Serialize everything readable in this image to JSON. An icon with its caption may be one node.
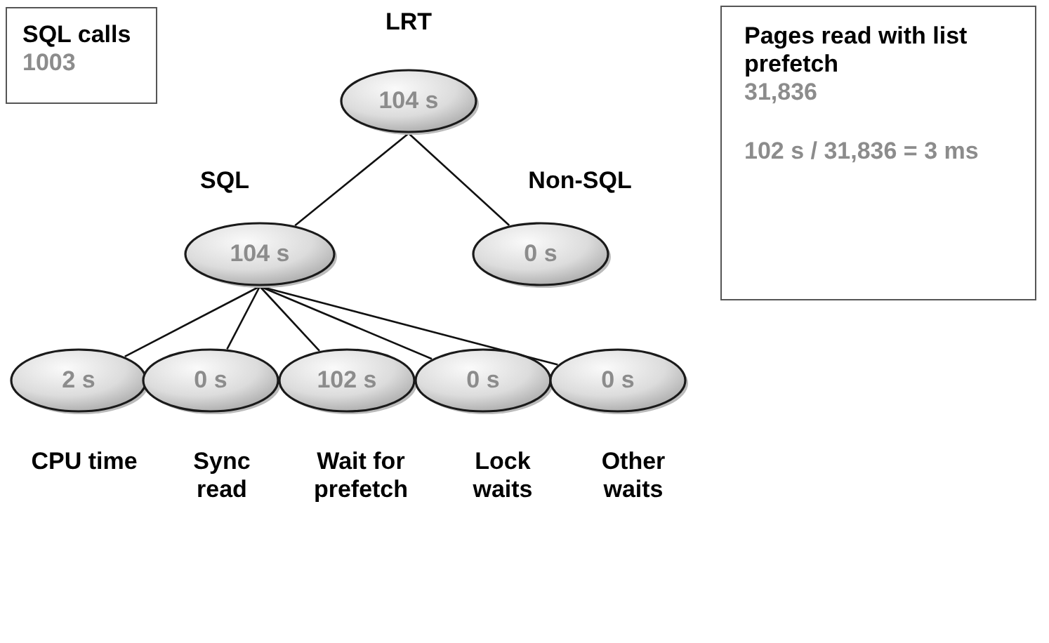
{
  "diagram": {
    "nodes": [
      {
        "text": [
          "SQL calls",
          "1003"
        ]
      },
      {
        "text": [
          "LRT",
          "104 s"
        ]
      },
      {
        "text": [
          "SQL",
          "104 s"
        ]
      },
      {
        "text": [
          "Non-SQL",
          "0 s"
        ]
      },
      {
        "text": [
          "2 s",
          "CPU time"
        ]
      },
      {
        "text": [
          "0 s",
          "Sync read"
        ]
      },
      {
        "text": [
          "102 s",
          "Wait for prefetch"
        ]
      },
      {
        "text": [
          "0 s",
          "Lock waits"
        ]
      },
      {
        "text": [
          "0 s",
          "Other waits"
        ]
      },
      {
        "text": [
          "Pages read with list prefetch",
          "31,836",
          "102 s / 31,836 = 3 ms"
        ]
      }
    ],
    "edges": [
      {
        "from": 1,
        "to": 2,
        "arrow": "none"
      },
      {
        "from": 1,
        "to": 3,
        "arrow": "none"
      },
      {
        "from": 2,
        "to": 4,
        "arrow": "none"
      },
      {
        "from": 2,
        "to": 5,
        "arrow": "none"
      },
      {
        "from": 2,
        "to": 6,
        "arrow": "none"
      },
      {
        "from": 2,
        "to": 7,
        "arrow": "none"
      },
      {
        "from": 2,
        "to": 8,
        "arrow": "none"
      }
    ]
  }
}
